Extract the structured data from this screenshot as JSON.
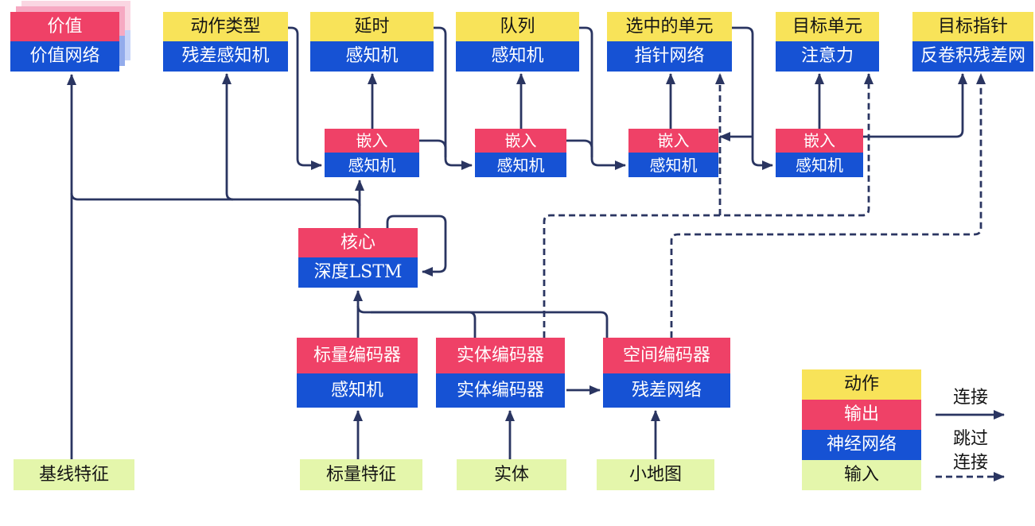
{
  "nodes": {
    "value": {
      "header": "价值",
      "body": "价值网络"
    },
    "action_type": {
      "header": "动作类型",
      "body": "残差感知机"
    },
    "delay": {
      "header": "延时",
      "body": "感知机"
    },
    "queue": {
      "header": "队列",
      "body": "感知机"
    },
    "selected_units": {
      "header": "选中的单元",
      "body": "指针网络"
    },
    "target_unit": {
      "header": "目标单元",
      "body": "注意力"
    },
    "target_point": {
      "header": "目标指针",
      "body": "反卷积残差网"
    },
    "embed": {
      "header": "嵌入",
      "body": "感知机"
    },
    "core": {
      "header": "核心",
      "body": "深度LSTM"
    },
    "scalar_encoder": {
      "header": "标量编码器",
      "body": "感知机"
    },
    "entity_encoder": {
      "header": "实体编码器",
      "body": "实体编码器"
    },
    "spatial_encoder": {
      "header": "空间编码器",
      "body": "残差网络"
    }
  },
  "inputs": {
    "baseline_features": "基线特征",
    "scalar_features": "标量特征",
    "entities": "实体",
    "minimap": "小地图"
  },
  "legend": {
    "action": "动作",
    "output": "输出",
    "network": "神经网络",
    "input": "输入",
    "solid_label": "连接",
    "skip_label_1": "跳过",
    "skip_label_2": "连接"
  },
  "colors": {
    "action_yellow": "#F8E359",
    "output_red": "#EF4167",
    "network_blue": "#1652D4",
    "input_green": "#E4F6AB",
    "line_navy": "#2A3561",
    "shadow_pink_near": "#F6A9C2",
    "shadow_pink_far": "#FAD6E2",
    "shadow_blue_near": "#93ACEC",
    "shadow_blue_far": "#C7D5F8"
  }
}
